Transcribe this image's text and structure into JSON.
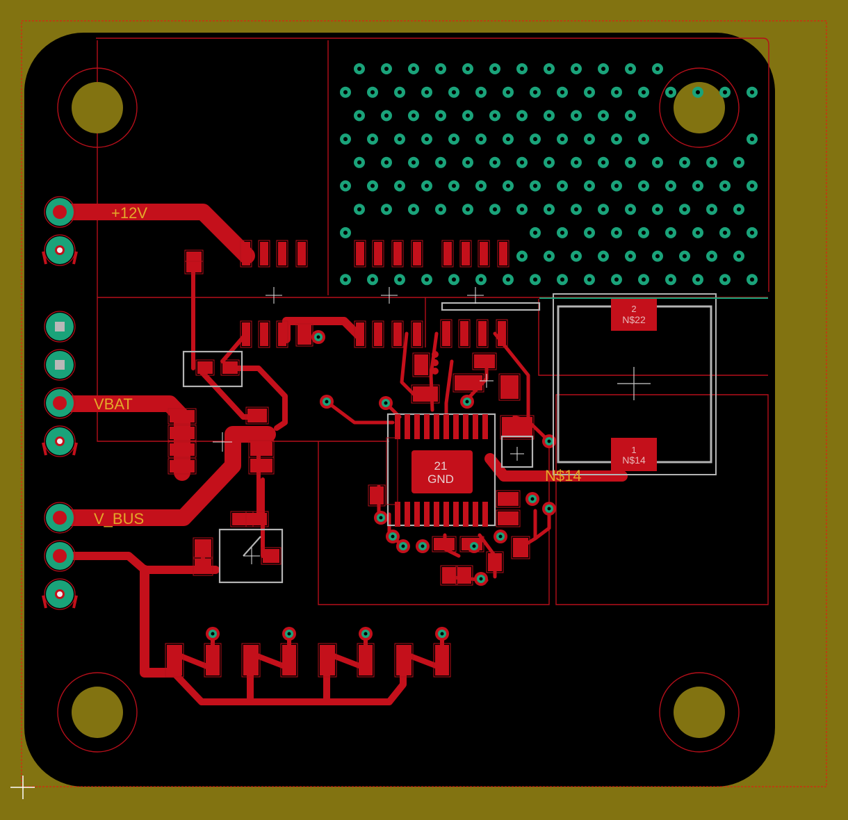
{
  "colors": {
    "background": "#827311",
    "board": "#000000",
    "copper": "#c4101b",
    "via_ring": "#1aa37a",
    "silkscreen": "#b4b4b4",
    "net_label": "#e4a82a"
  },
  "net_labels": {
    "v12": "+12V",
    "vbat": "VBAT",
    "vbus": "V_BUS",
    "n14": "N$14"
  },
  "components": {
    "inductor_top_pad_number": "2",
    "inductor_top_pad_net": "N$22",
    "inductor_bottom_pad_number": "1",
    "inductor_bottom_pad_net": "N$14",
    "ic_pad_number": "21",
    "ic_pad_net": "GND"
  },
  "icons": {
    "cursor": "crosshair-cursor-icon",
    "origin": "origin-cross-icon",
    "mounting_hole": "mounting-hole-icon"
  }
}
